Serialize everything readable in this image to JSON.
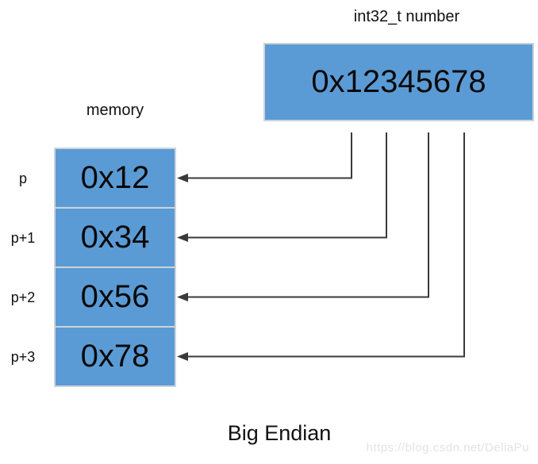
{
  "diagram": {
    "title": "Big Endian",
    "number_box": {
      "label": "int32_t number",
      "value": "0x12345678"
    },
    "memory": {
      "label": "memory",
      "cells": [
        {
          "pointer": "p",
          "value": "0x12"
        },
        {
          "pointer": "p+1",
          "value": "0x34"
        },
        {
          "pointer": "p+2",
          "value": "0x56"
        },
        {
          "pointer": "p+3",
          "value": "0x78"
        }
      ]
    },
    "connections": [
      {
        "from_byte": "12",
        "to_cell": "p"
      },
      {
        "from_byte": "34",
        "to_cell": "p+1"
      },
      {
        "from_byte": "56",
        "to_cell": "p+2"
      },
      {
        "from_byte": "78",
        "to_cell": "p+3"
      }
    ],
    "watermark": "https://blog.csdn.net/DeliaPu",
    "colors": {
      "cell_fill": "#5b9bd5",
      "cell_border": "#ccd3da",
      "arrow": "#3a3a3a",
      "watermark": "#e3e3e3"
    }
  }
}
